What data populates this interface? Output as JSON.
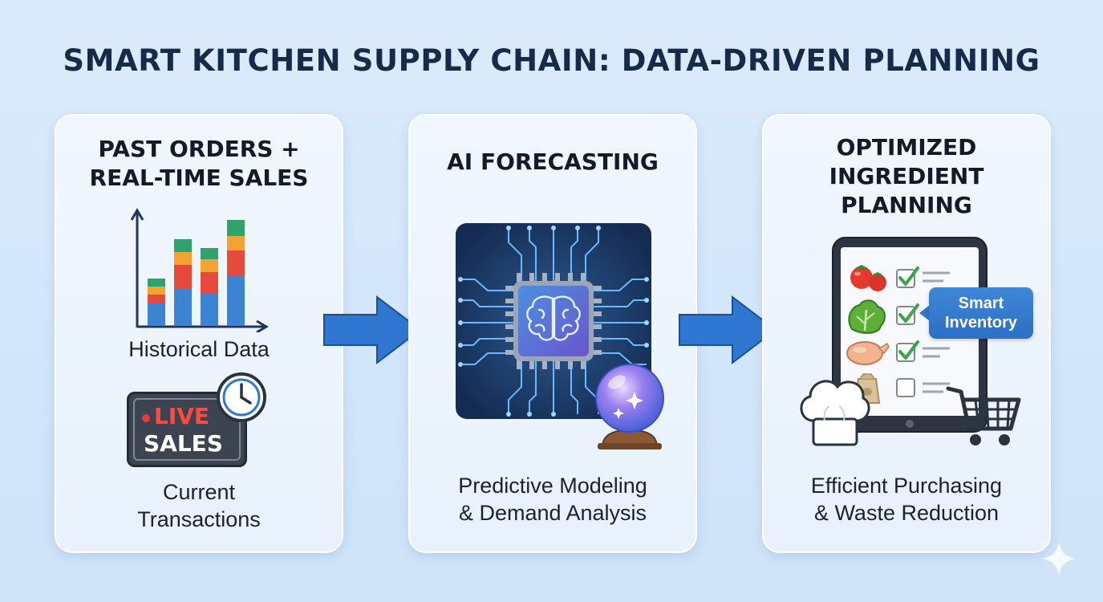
{
  "title": "SMART KITCHEN SUPPLY CHAIN: DATA-DRIVEN PLANNING",
  "steps": [
    {
      "title_lines": [
        "PAST ORDERS +",
        "REAL-TIME SALES"
      ],
      "historical_caption": "Historical Data",
      "live_label": "LIVE",
      "sales_label": "SALES",
      "caption_lines": [
        "Current",
        "Transactions"
      ]
    },
    {
      "title_lines": [
        "AI FORECASTING"
      ],
      "caption_lines": [
        "Predictive Modeling",
        "& Demand Analysis"
      ]
    },
    {
      "title_lines": [
        "OPTIMIZED",
        "INGREDIENT",
        "PLANNING"
      ],
      "badge_lines": [
        "Smart",
        "Inventory"
      ],
      "caption_lines": [
        "Efficient Purchasing",
        "& Waste Reduction"
      ]
    }
  ],
  "colors": {
    "accent": "#2f77d0",
    "live_red": "#e5393a",
    "check_green": "#3aa44a"
  },
  "icons": [
    "bar-chart-icon",
    "live-sales-sign-icon",
    "clock-icon",
    "ai-chip-brain-icon",
    "crystal-ball-icon",
    "tablet-checklist-icon",
    "tomato-icon",
    "lettuce-icon",
    "chicken-icon",
    "flour-bag-icon",
    "chef-hat-icon",
    "shopping-cart-icon",
    "sparkle-icon",
    "right-arrow-icon"
  ]
}
